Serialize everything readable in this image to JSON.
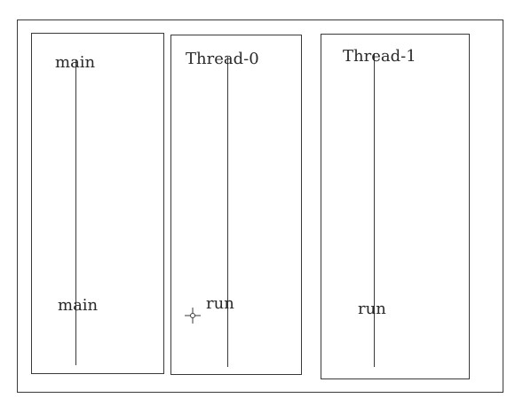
{
  "diagram": {
    "threads": [
      {
        "title": "main",
        "method": "main"
      },
      {
        "title": "Thread-0",
        "method": "run"
      },
      {
        "title": "Thread-1",
        "method": "run"
      }
    ]
  },
  "cursor": {
    "icon": "crosshair-icon"
  },
  "colors": {
    "line": "#3a3a3a",
    "text": "#2a2a2a",
    "background": "#ffffff"
  }
}
